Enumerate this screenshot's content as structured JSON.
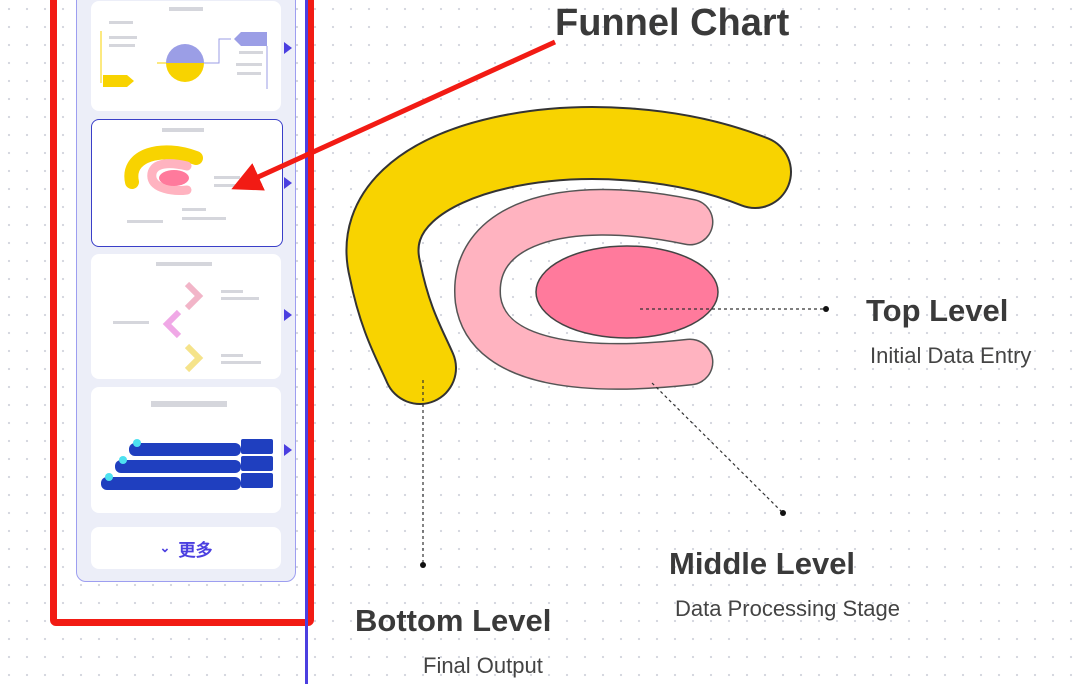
{
  "sidebar": {
    "more_label": "更多",
    "more_icon": "chevron-down-icon",
    "templates": [
      "flower-diagram",
      "funnel-chart",
      "chevron-steps",
      "stacked-bars"
    ]
  },
  "main": {
    "title": "Funnel Chart",
    "levels": [
      {
        "name": "Top Level",
        "desc": "Initial Data Entry",
        "color": "#ff7a9c"
      },
      {
        "name": "Middle Level",
        "desc": "Data Processing Stage",
        "color": "#ffb3c0"
      },
      {
        "name": "Bottom Level",
        "desc": "Final Output",
        "color": "#f8d300"
      }
    ]
  },
  "colors": {
    "highlight": "#f21b14",
    "accent": "#4b3fe0"
  }
}
